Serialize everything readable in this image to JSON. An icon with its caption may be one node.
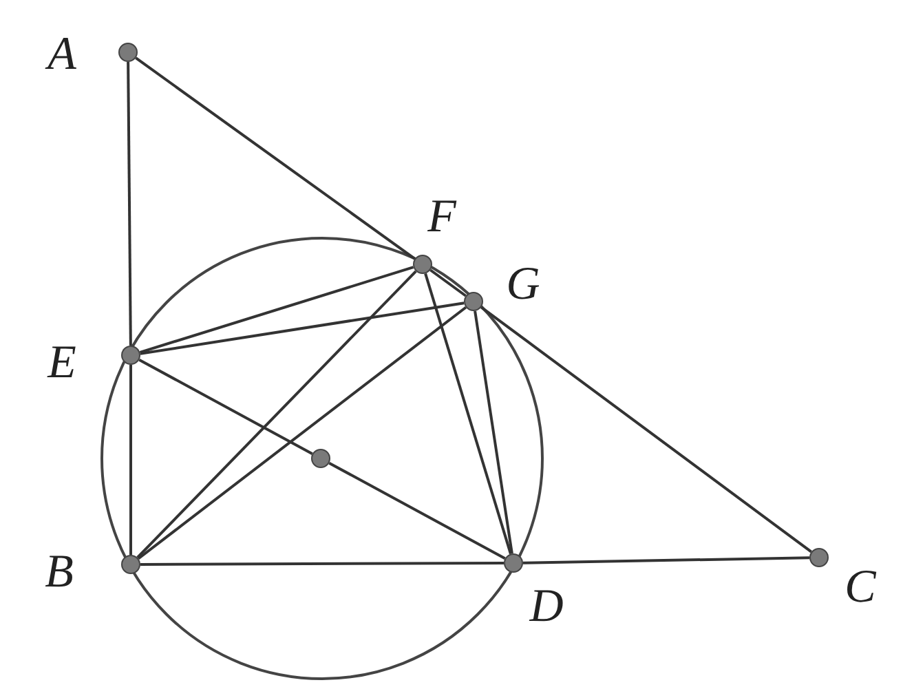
{
  "diagram": {
    "nodes": [
      {
        "text": [
          "A"
        ]
      },
      {
        "text": [
          "F"
        ]
      },
      {
        "text": [
          "G"
        ]
      },
      {
        "text": [
          "E"
        ]
      },
      {
        "text": [],
        "shape": "circle"
      },
      {
        "text": [
          "B"
        ]
      },
      {
        "text": [
          "D"
        ]
      },
      {
        "text": [
          "C"
        ]
      }
    ],
    "edges": [
      {
        "from": 0,
        "to": 1,
        "arrow": "none"
      },
      {
        "from": 1,
        "to": 2,
        "arrow": "none"
      },
      {
        "from": 2,
        "to": 7,
        "arrow": "none"
      },
      {
        "from": 0,
        "to": 3,
        "arrow": "none"
      },
      {
        "from": 3,
        "to": 5,
        "arrow": "none"
      },
      {
        "from": 5,
        "to": 6,
        "arrow": "none"
      },
      {
        "from": 6,
        "to": 7,
        "arrow": "none"
      },
      {
        "from": 3,
        "to": 4,
        "arrow": "none"
      },
      {
        "from": 4,
        "to": 6,
        "arrow": "none"
      },
      {
        "from": 3,
        "to": 1,
        "arrow": "none"
      },
      {
        "from": 3,
        "to": 2,
        "arrow": "none"
      },
      {
        "from": 5,
        "to": 1,
        "arrow": "none"
      },
      {
        "from": 5,
        "to": 2,
        "arrow": "none"
      },
      {
        "from": 1,
        "to": 6,
        "arrow": "none"
      },
      {
        "from": 2,
        "to": 6,
        "arrow": "none"
      }
    ]
  }
}
